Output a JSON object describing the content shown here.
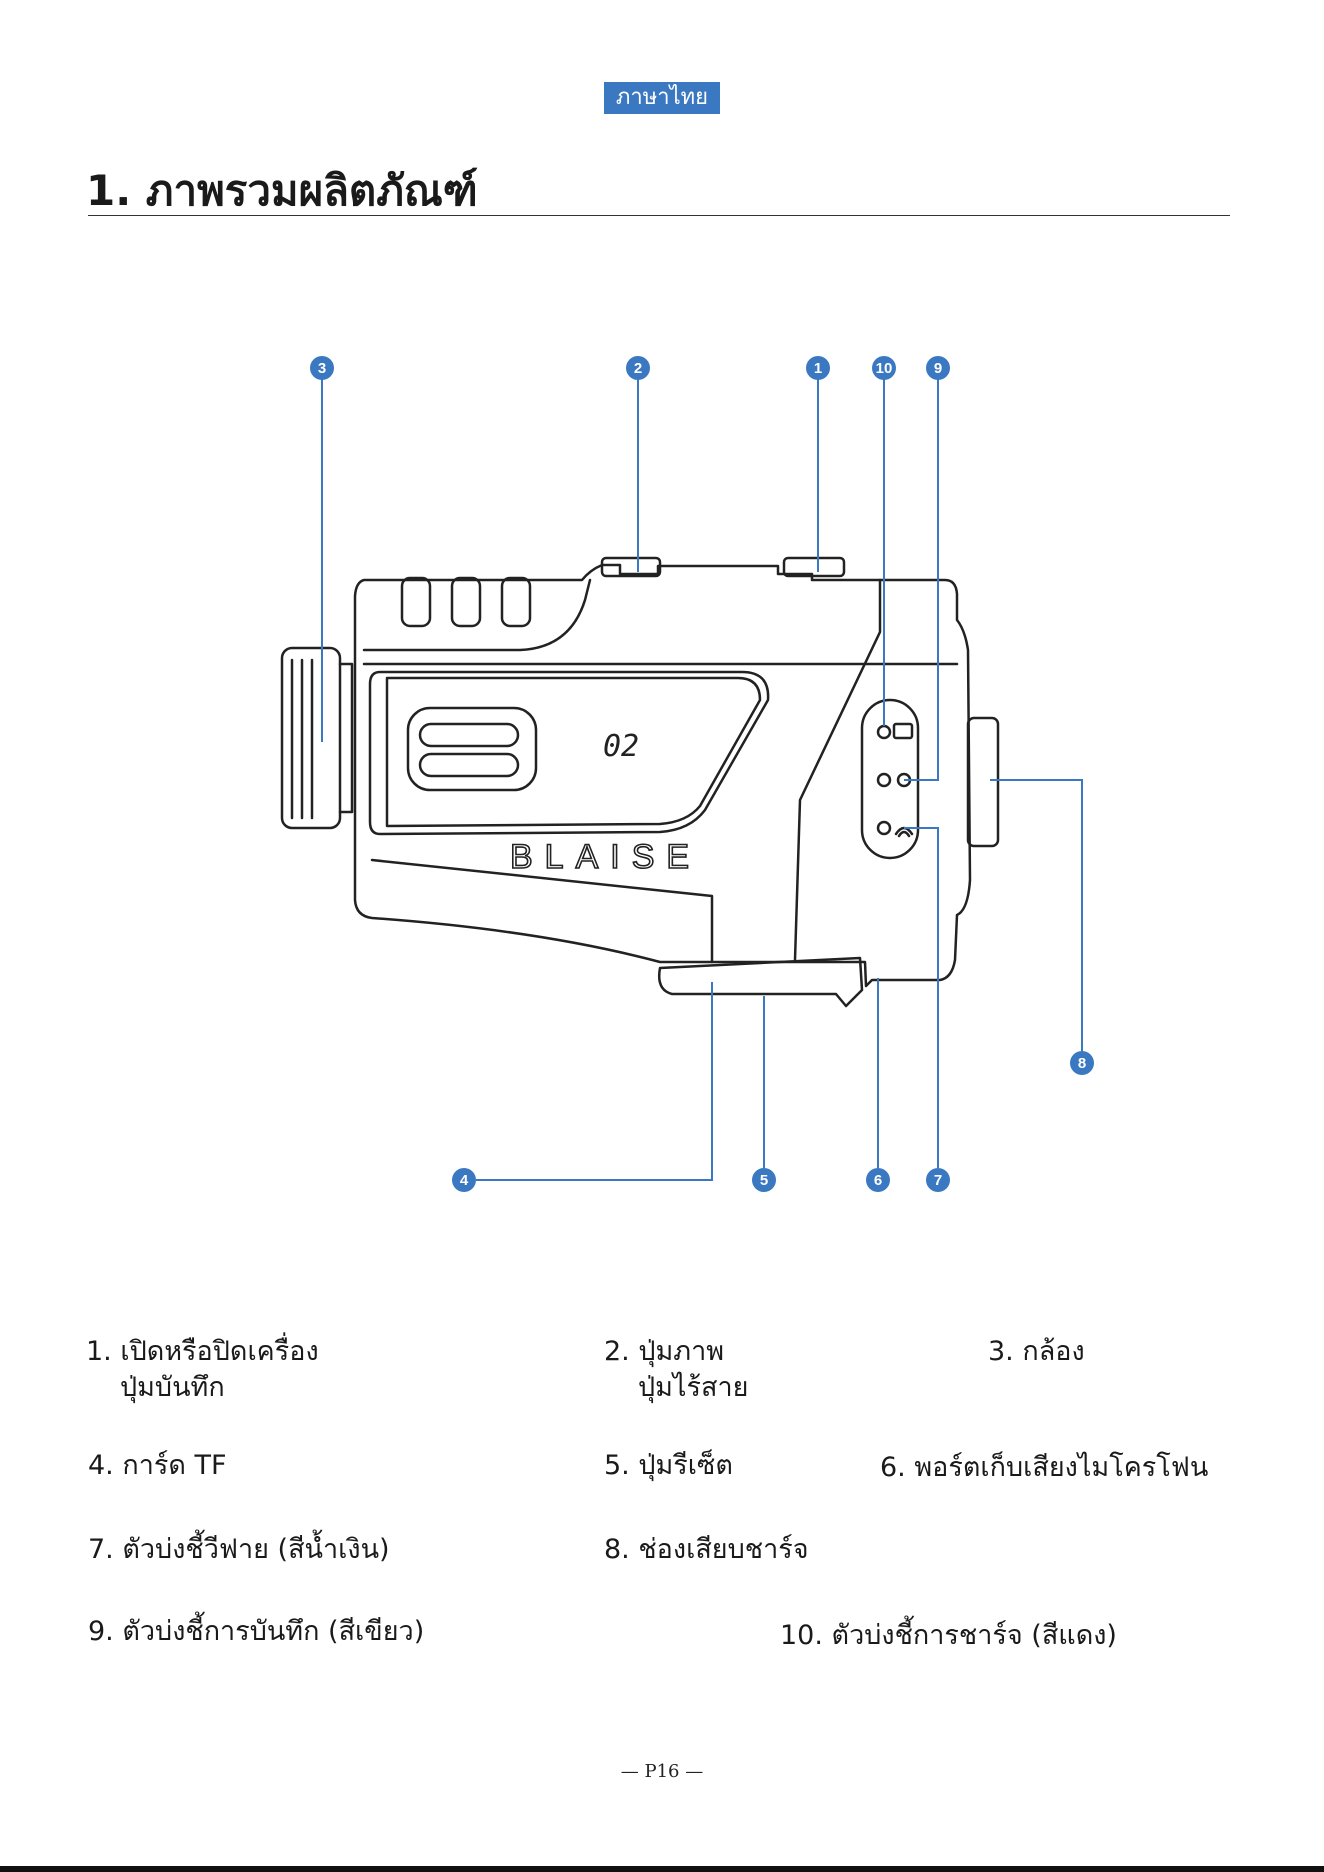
{
  "header": {
    "language_badge": "ภาษาไทย",
    "section_title": "1. ภาพรวมผลิตภัณฑ์"
  },
  "diagram": {
    "brand_logo_text": "BLAISE",
    "model_label": "02",
    "callouts": [
      "1",
      "2",
      "3",
      "4",
      "5",
      "6",
      "7",
      "8",
      "9",
      "10"
    ],
    "callout_color": "#3a78c2",
    "device_outline_color": "#222222"
  },
  "legend": {
    "items": [
      {
        "number": "1.",
        "label": "เปิดหรือปิดเครื่อง",
        "sub": "ปุ่มบันทึก"
      },
      {
        "number": "2.",
        "label": "ปุ่มภาพ",
        "sub": "ปุ่มไร้สาย"
      },
      {
        "number": "3.",
        "label": "กล้อง"
      },
      {
        "number": "4.",
        "label": "การ์ด TF"
      },
      {
        "number": "5.",
        "label": "ปุ่มรีเซ็ต"
      },
      {
        "number": "6.",
        "label": "พอร์ตเก็บเสียงไมโครโฟน"
      },
      {
        "number": "7.",
        "label": "ตัวบ่งชี้วีฟาย (สีน้ำเงิน)"
      },
      {
        "number": "8.",
        "label": "ช่องเสียบชาร์จ"
      },
      {
        "number": "9.",
        "label": "ตัวบ่งชี้การบันทึก (สีเขียว)"
      },
      {
        "number": "10.",
        "label": "ตัวบ่งชี้การชาร์จ (สีแดง)"
      }
    ]
  },
  "footer": {
    "page_number": "— P16 —"
  }
}
